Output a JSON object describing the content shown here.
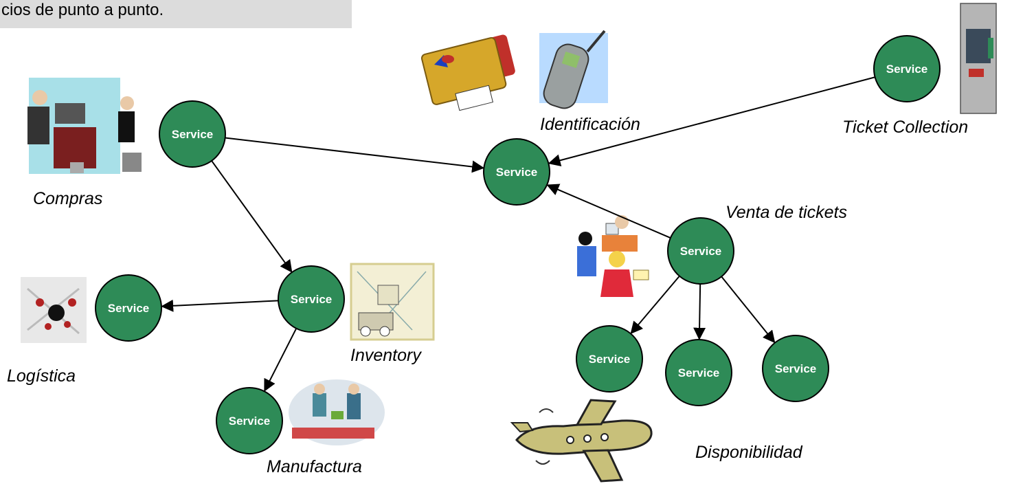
{
  "title": "cios de punto a punto.",
  "colors": {
    "node_fill": "#2e8b57",
    "node_stroke": "#000000",
    "edge": "#000000",
    "title_bg": "#dcdcdc"
  },
  "nodes": [
    {
      "id": "compras",
      "label": "Service"
    },
    {
      "id": "central",
      "label": "Service"
    },
    {
      "id": "ticket-collection",
      "label": "Service"
    },
    {
      "id": "venta",
      "label": "Service"
    },
    {
      "id": "inventory",
      "label": "Service"
    },
    {
      "id": "logistica",
      "label": "Service"
    },
    {
      "id": "manufactura",
      "label": "Service"
    },
    {
      "id": "disp-1",
      "label": "Service"
    },
    {
      "id": "disp-2",
      "label": "Service"
    },
    {
      "id": "disp-3",
      "label": "Service"
    }
  ],
  "edges": [
    {
      "from": "compras",
      "to": "central"
    },
    {
      "from": "ticket-collection",
      "to": "central"
    },
    {
      "from": "venta",
      "to": "central"
    },
    {
      "from": "compras",
      "to": "inventory"
    },
    {
      "from": "inventory",
      "to": "logistica"
    },
    {
      "from": "inventory",
      "to": "manufactura"
    },
    {
      "from": "venta",
      "to": "disp-1"
    },
    {
      "from": "venta",
      "to": "disp-2"
    },
    {
      "from": "venta",
      "to": "disp-3"
    }
  ],
  "labels": {
    "compras": "Compras",
    "identificacion": "Identificación",
    "ticket_collection": "Ticket Collection",
    "venta": "Venta de tickets",
    "logistica": "Logística",
    "inventory": "Inventory",
    "manufactura": "Manufactura",
    "disponibilidad": "Disponibilidad"
  },
  "icons": [
    "office-meeting-icon",
    "credit-cards-icon",
    "mobile-phone-icon",
    "ticket-machine-icon",
    "ticket-sales-icon",
    "logistics-icon",
    "warehouse-forklift-icon",
    "factory-workers-icon",
    "airplane-icon"
  ]
}
